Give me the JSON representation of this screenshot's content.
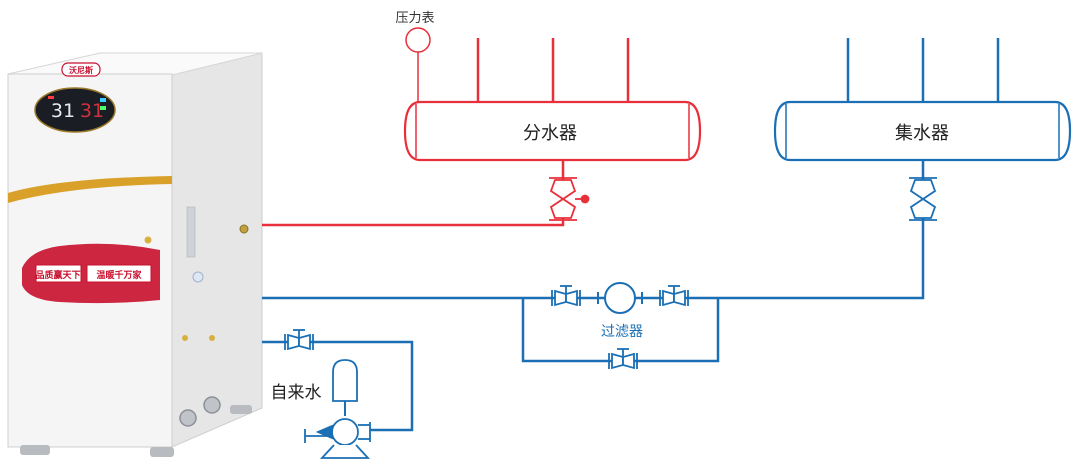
{
  "colors": {
    "supply_red": "#e8303a",
    "return_blue": "#1a6fb5",
    "boiler_body": "#f4f4f4",
    "boiler_band": "#d9a12a",
    "badge_red": "#c8102e",
    "screen_dark": "#1a1d24"
  },
  "labels": {
    "pressure_gauge": "压力表",
    "distributor": "分水器",
    "collector": "集水器",
    "filter": "过滤器",
    "tap_water": "自来水"
  },
  "boiler": {
    "logo": "沃尼斯",
    "display_left": "31",
    "display_right": "31",
    "slogan_left": "品质赢天下",
    "slogan_right": "温暖千万家"
  }
}
